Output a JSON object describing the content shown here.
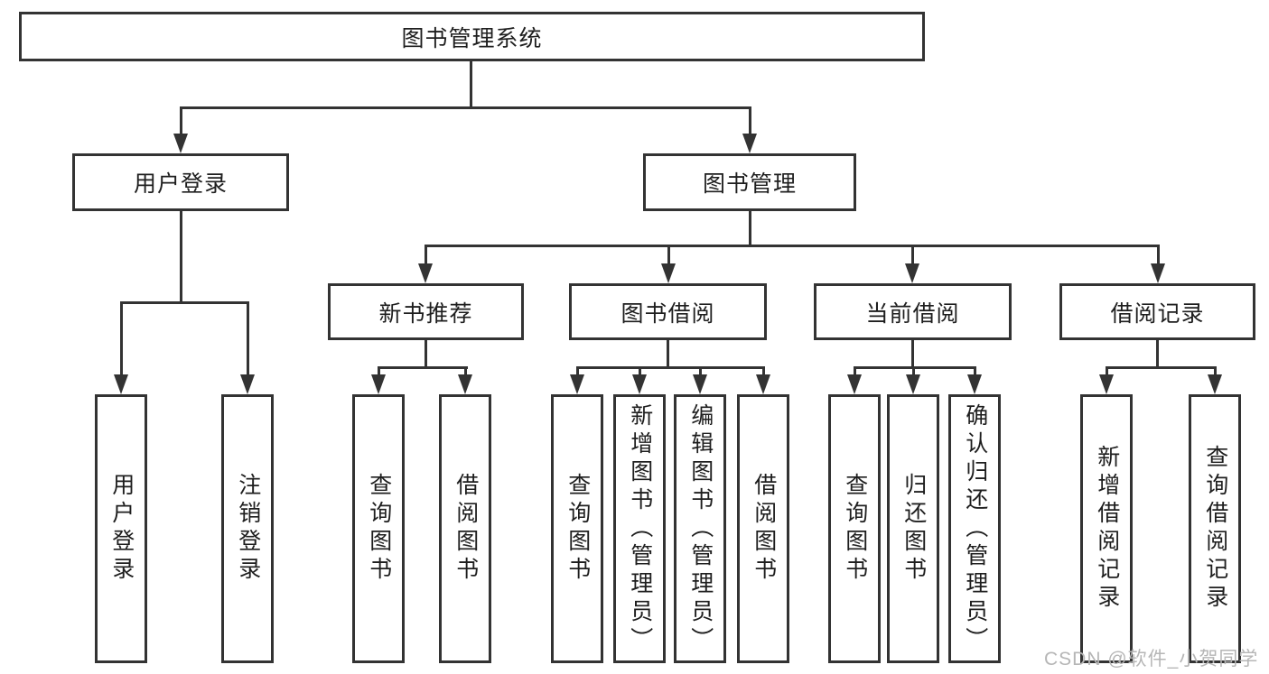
{
  "diagram": {
    "root": "图书管理系统",
    "level2": [
      "用户登录",
      "图书管理"
    ],
    "level3": [
      "新书推荐",
      "图书借阅",
      "当前借阅",
      "借阅记录"
    ],
    "leaves_user_login": [
      "用户登录",
      "注销登录"
    ],
    "leaves_new_book": [
      "查询图书",
      "借阅图书"
    ],
    "leaves_book_borrow": [
      "查询图书",
      "新增图书（管理员）",
      "编辑图书（管理员）",
      "借阅图书"
    ],
    "leaves_current_borrow": [
      "查询图书",
      "归还图书",
      "确认归还（管理员）"
    ],
    "leaves_borrow_records": [
      "新增借阅记录",
      "查询借阅记录"
    ],
    "colors": {
      "line": "#333333",
      "text": "#1e1e1e",
      "background": "#ffffff",
      "watermark": "#b6b6b6"
    }
  },
  "watermark": "CSDN @软件_小贺同学"
}
